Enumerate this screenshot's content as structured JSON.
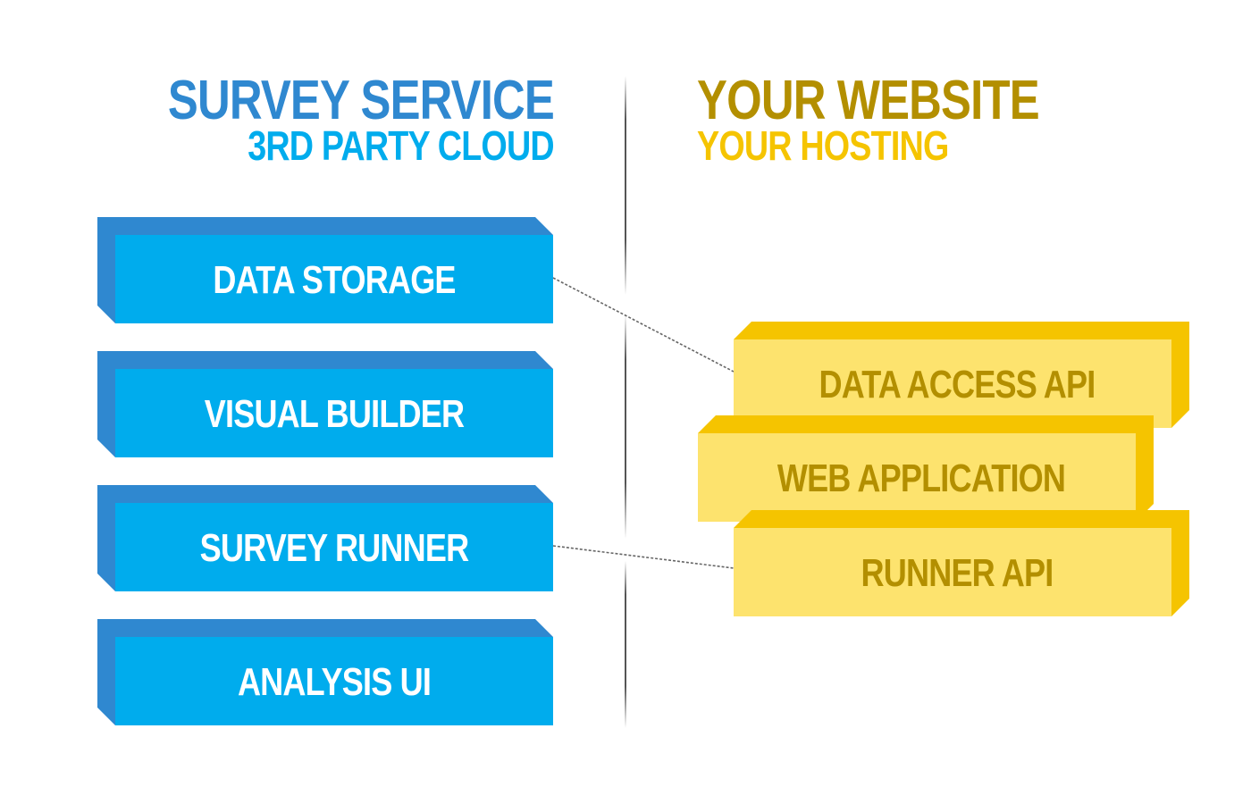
{
  "left": {
    "title": "SURVEY SERVICE",
    "subtitle": "3RD PARTY CLOUD",
    "colors": {
      "title": "#2f88d0",
      "subtitle": "#00aced",
      "block_front": "#00aced",
      "block_back": "#2f88d0",
      "block_text": "#ffffff"
    },
    "blocks": [
      {
        "label": "DATA STORAGE"
      },
      {
        "label": "VISUAL BUILDER"
      },
      {
        "label": "SURVEY RUNNER"
      },
      {
        "label": "ANALYSIS UI"
      }
    ]
  },
  "right": {
    "title": "YOUR WEBSITE",
    "subtitle": "YOUR HOSTING",
    "colors": {
      "title": "#b38f00",
      "subtitle": "#f5c400",
      "block_front": "#fde36e",
      "block_back": "#f5c400",
      "block_text": "#b38f00"
    },
    "blocks": [
      {
        "label": "DATA ACCESS API"
      },
      {
        "label": "WEB APPLICATION"
      },
      {
        "label": "RUNNER API"
      }
    ]
  },
  "connections": [
    {
      "from": "DATA STORAGE",
      "to": "DATA ACCESS API"
    },
    {
      "from": "SURVEY RUNNER",
      "to": "RUNNER API"
    }
  ]
}
